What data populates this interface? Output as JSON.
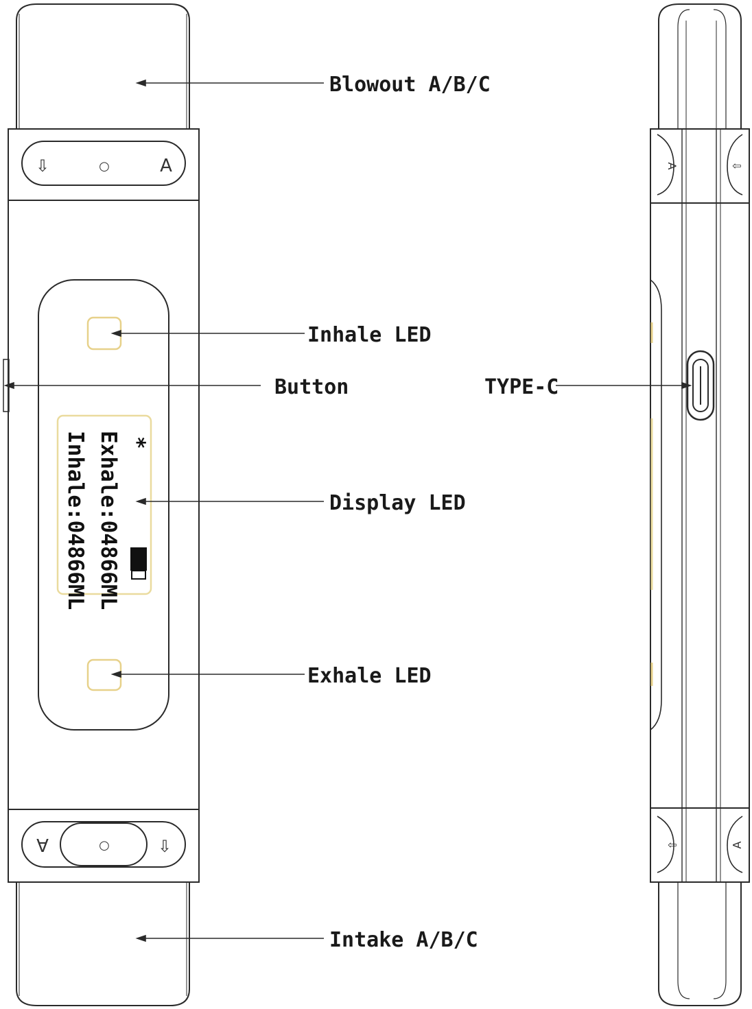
{
  "labels": {
    "blowout": "Blowout A/B/C",
    "inhale_led": "Inhale LED",
    "button": "Button",
    "display_led": "Display LED",
    "exhale_led": "Exhale LED",
    "intake": "Intake A/B/C",
    "type_c": "TYPE-C"
  },
  "screen": {
    "bluetooth_symbol": "∗",
    "exhale_line": "Exhale:04866ML",
    "inhale_line": "Inhale:04866ML"
  },
  "icons": {
    "top_bar": [
      "⇩",
      "○",
      "A"
    ],
    "bottom_bar": [
      "∀",
      "○",
      "⇩"
    ]
  },
  "colors": {
    "outline": "#2a2a2a",
    "led_outline": "#e7d18a",
    "screen_outline": "#eadb9e"
  }
}
